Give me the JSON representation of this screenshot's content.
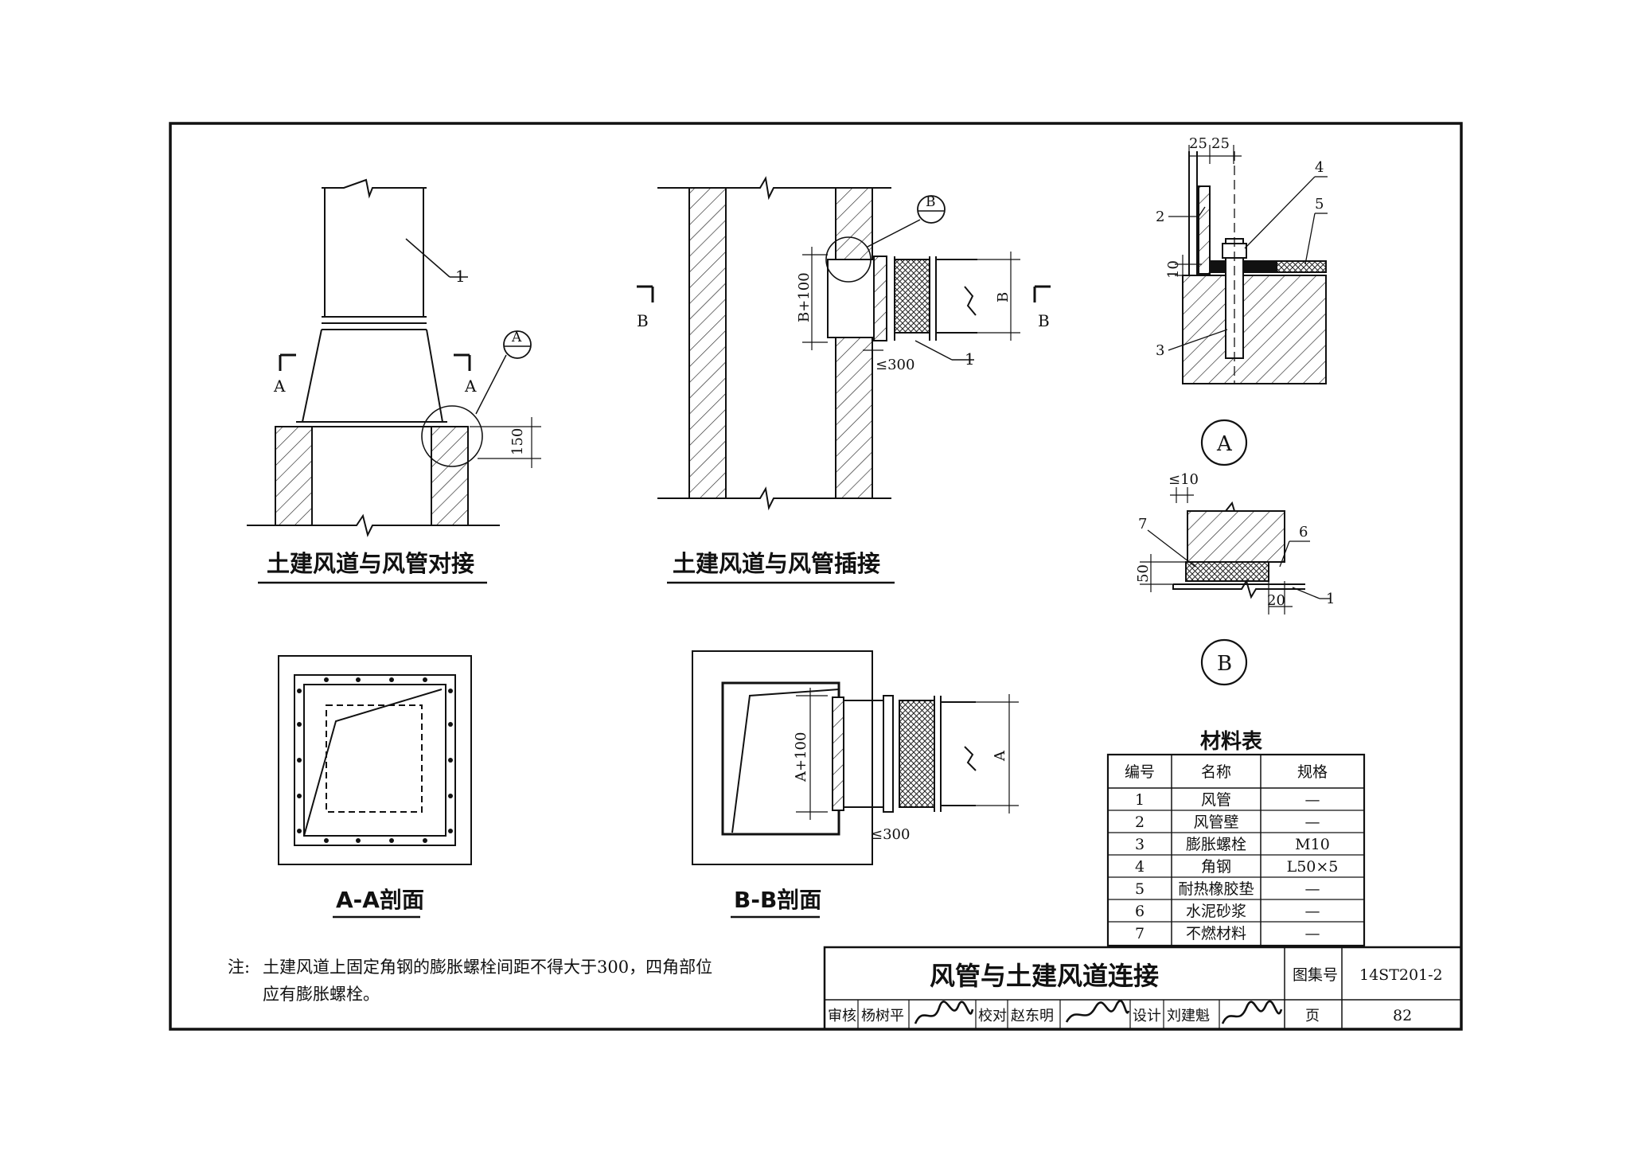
{
  "views": {
    "butt_joint": {
      "title": "土建风道与风管对接",
      "callout_1": "1",
      "section_letter": "A",
      "detail_ref": "A",
      "dim_150": "150"
    },
    "insert_joint": {
      "title": "土建风道与风管插接",
      "section_letter": "B",
      "detail_ref": "B",
      "dim_b100": "B+100",
      "dim_b": "B",
      "dim_300": "≤300",
      "callout_1": "1"
    },
    "section_aa": {
      "title": "A-A剖面"
    },
    "section_bb": {
      "title": "B-B剖面",
      "dim_a100": "A+100",
      "dim_a": "A",
      "dim_300": "≤300"
    },
    "detail_a": {
      "label": "A",
      "dim_25_left": "25",
      "dim_25_right": "25",
      "dim_10": "10",
      "callouts": [
        "2",
        "3",
        "4",
        "5"
      ]
    },
    "detail_b": {
      "label": "B",
      "dim_10": "≤10",
      "dim_50": "50",
      "dim_20": "20",
      "callouts": [
        "7",
        "6",
        "1"
      ]
    }
  },
  "materials": {
    "caption": "材料表",
    "headers": [
      "编号",
      "名称",
      "规格"
    ],
    "rows": [
      [
        "1",
        "风管",
        "—"
      ],
      [
        "2",
        "风管壁",
        "—"
      ],
      [
        "3",
        "膨胀螺栓",
        "M10"
      ],
      [
        "4",
        "角钢",
        "L50×5"
      ],
      [
        "5",
        "耐热橡胶垫",
        "—"
      ],
      [
        "6",
        "水泥砂浆",
        "—"
      ],
      [
        "7",
        "不燃材料",
        "—"
      ]
    ]
  },
  "note": {
    "prefix": "注:",
    "line1": "土建风道上固定角钢的膨胀螺栓间距不得大于300，四角部位",
    "line2": "应有膨胀螺栓。"
  },
  "title_block": {
    "title": "风管与土建风道连接",
    "atlas_label": "图集号",
    "atlas_no": "14ST201-2",
    "review_label": "审核",
    "reviewer": "杨树平",
    "check_label": "校对",
    "checker": "赵东明",
    "design_label": "设计",
    "designer": "刘建魁",
    "page_label": "页",
    "page_no": "82"
  }
}
